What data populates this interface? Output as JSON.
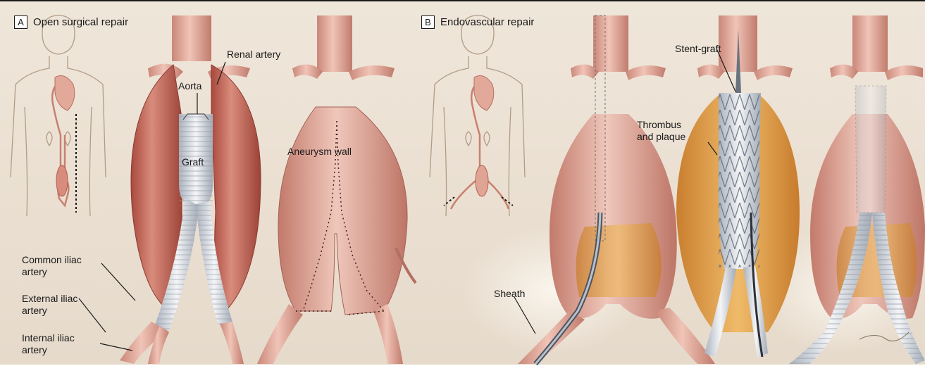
{
  "panels": {
    "a": {
      "letter": "A",
      "title": "Open surgical repair"
    },
    "b": {
      "letter": "B",
      "title": "Endovascular repair"
    }
  },
  "labels": {
    "renal_artery": "Renal artery",
    "aorta": "Aorta",
    "graft": "Graft",
    "aneurysm_wall": "Aneurysm wall",
    "common_iliac_1": "Common iliac",
    "common_iliac_2": "artery",
    "external_iliac_1": "External iliac",
    "external_iliac_2": "artery",
    "internal_iliac_1": "Internal iliac",
    "internal_iliac_2": "artery",
    "stent_graft": "Stent-graft",
    "thrombus_1": "Thrombus",
    "thrombus_2": "and plaque",
    "sheath": "Sheath"
  },
  "colors": {
    "artery": "#e8b3a6",
    "artery_dark": "#b86a5e",
    "sac": "#c9685a",
    "sac_dark": "#8c3b33",
    "thrombus": "#d99a45",
    "graft": "#e4e7ec",
    "stent": "#9aa3b3",
    "body_outline": "#b8a08a"
  }
}
